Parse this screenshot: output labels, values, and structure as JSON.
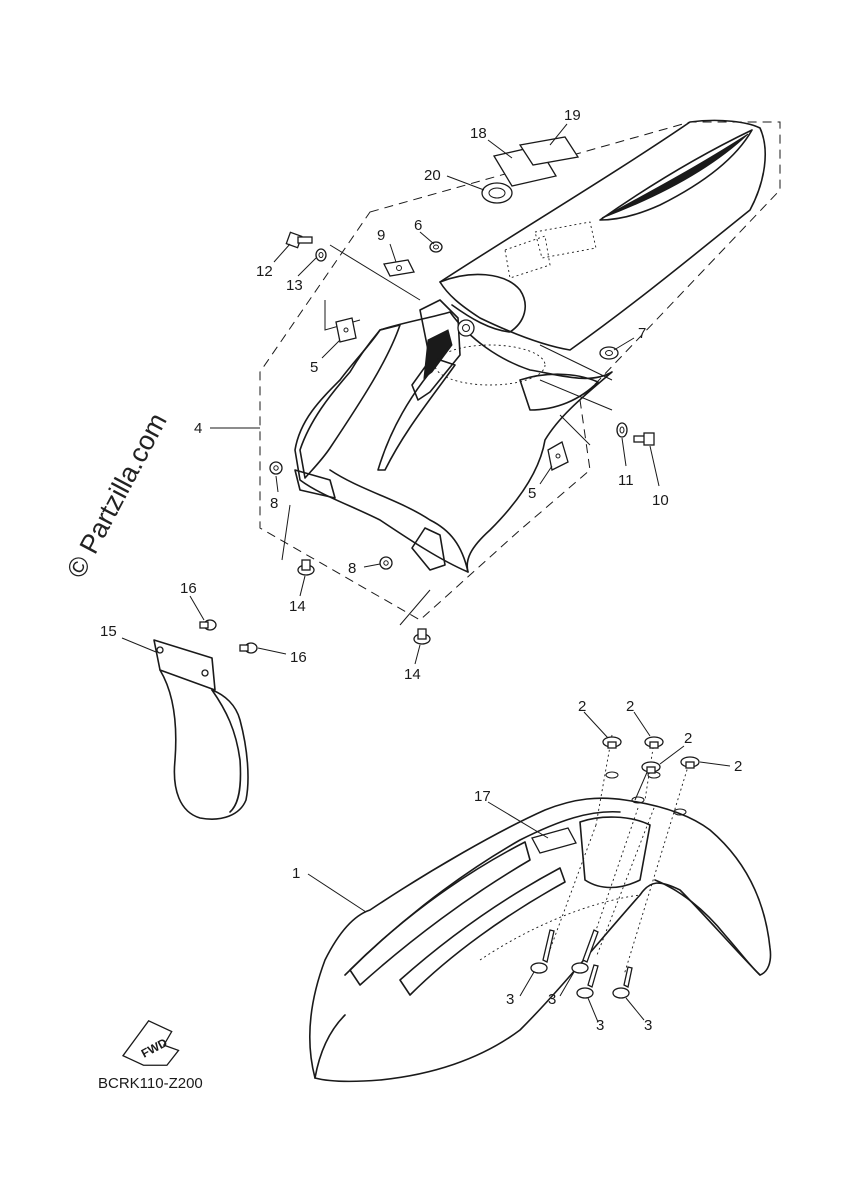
{
  "watermark": "© Partzilla.com",
  "diagram_code": "BCRK110-Z200",
  "fwd_label": "FWD",
  "callouts": {
    "c1": "1",
    "c2a": "2",
    "c2b": "2",
    "c2c": "2",
    "c2d": "2",
    "c3a": "3",
    "c3b": "3",
    "c3c": "3",
    "c3d": "3",
    "c4": "4",
    "c5a": "5",
    "c5b": "5",
    "c6": "6",
    "c7": "7",
    "c8a": "8",
    "c8b": "8",
    "c9": "9",
    "c10": "10",
    "c11": "11",
    "c12": "12",
    "c13": "13",
    "c14a": "14",
    "c14b": "14",
    "c15": "15",
    "c16a": "16",
    "c16b": "16",
    "c17": "17",
    "c18": "18",
    "c19": "19",
    "c20": "20"
  }
}
